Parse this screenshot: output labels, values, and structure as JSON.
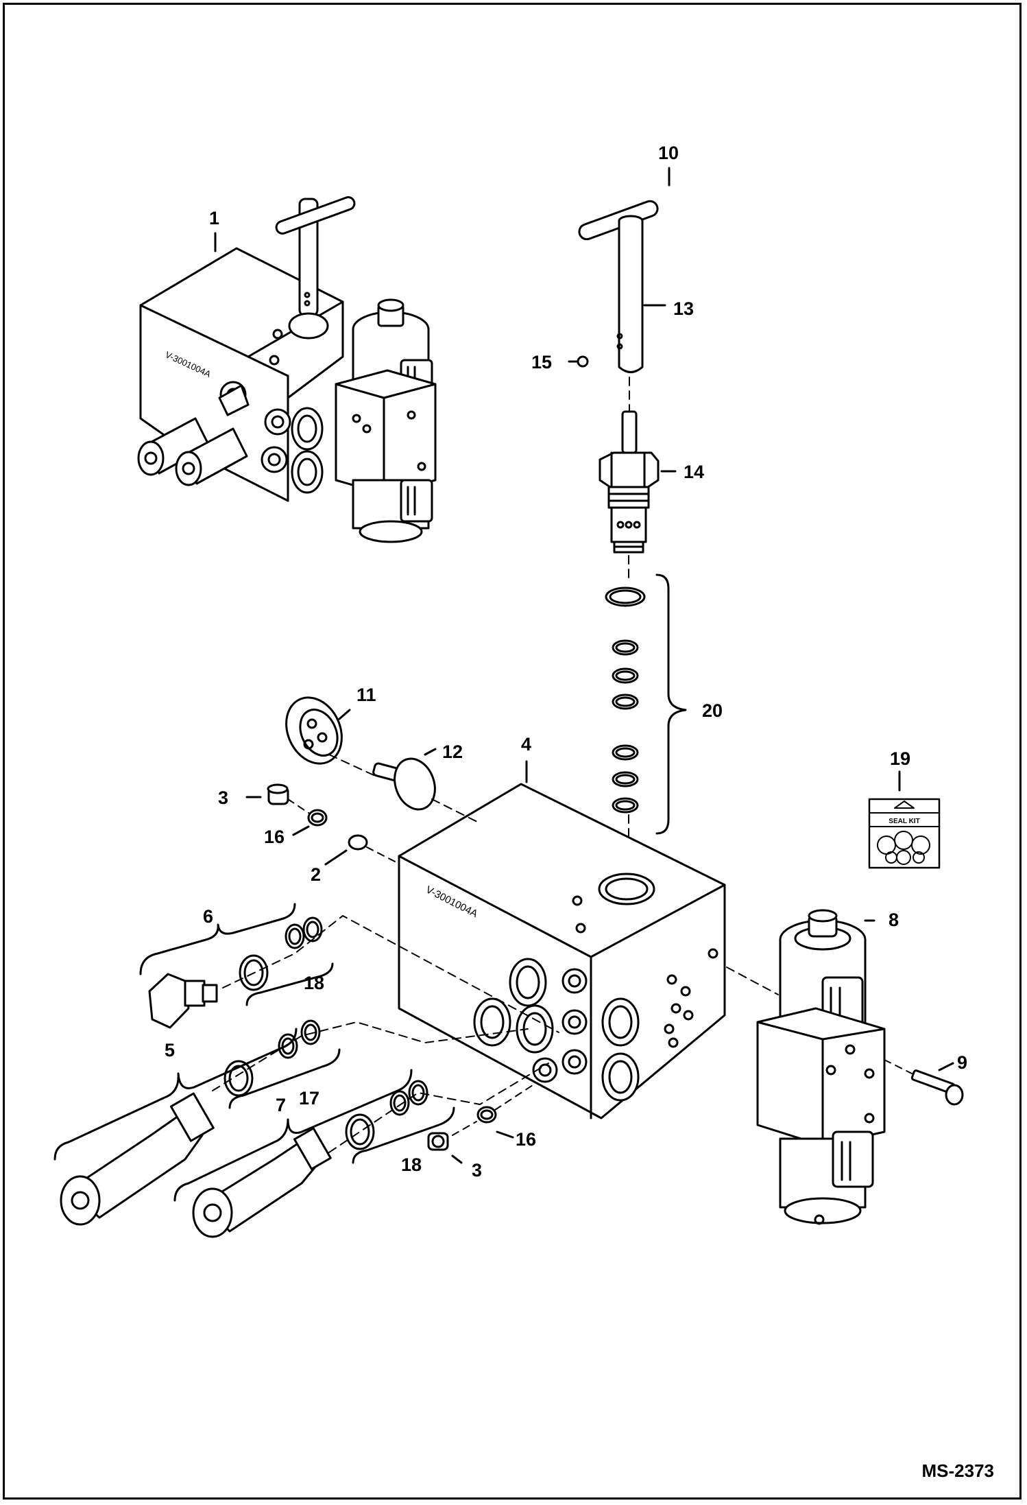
{
  "drawing_code": "MS-2373",
  "callouts": [
    "1",
    "2",
    "3",
    "3",
    "4",
    "5",
    "6",
    "7",
    "8",
    "9",
    "10",
    "11",
    "12",
    "13",
    "14",
    "15",
    "16",
    "16",
    "17",
    "18",
    "18",
    "19",
    "20"
  ],
  "seal_kit_label": "SEAL KIT",
  "block_marking": "V-3001004A"
}
